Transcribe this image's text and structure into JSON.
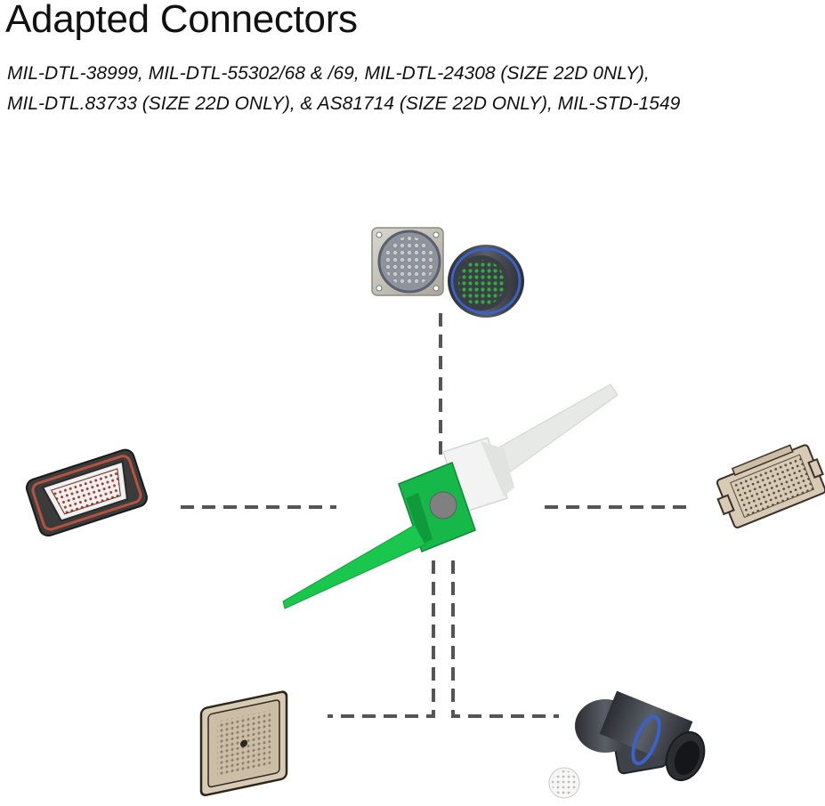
{
  "header": {
    "title": "Adapted Connectors",
    "subtitle_line1": "MIL-DTL-38999, MIL-DTL-55302/68 & /69, MIL-DTL-24308 (SIZE 22D 0NLY),",
    "subtitle_line2": "MIL-DTL.83733 (SIZE 22D ONLY), & AS81714 (SIZE 22D ONLY), MIL-STD-1549"
  },
  "colors": {
    "tool_green": "#16c24a",
    "tool_white": "#eef0ee",
    "dashed_line": "#555555",
    "connector_beige": "#d8cbb6",
    "connector_dark": "#3a3a3a",
    "connector_red": "#b5533f",
    "connector_blue": "#3a62c8"
  },
  "icons": {
    "center": "insertion-extraction-tool-icon",
    "top": "circular-connector-pair-icon",
    "left": "d-sub-connector-icon",
    "right": "rectangular-connector-icon",
    "bottom_left": "square-connector-icon",
    "bottom_right": "circular-bulkhead-connector-icon"
  }
}
